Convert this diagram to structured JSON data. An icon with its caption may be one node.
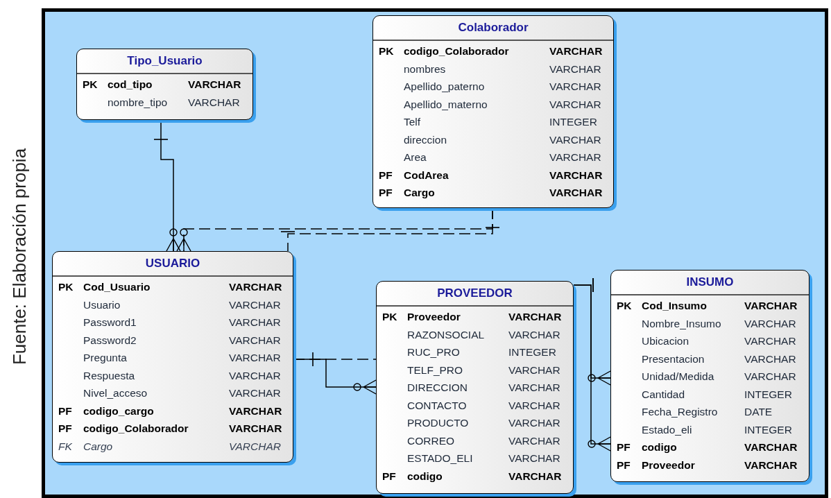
{
  "diagram": {
    "caption": "Fuente: Elaboración propia",
    "nodes": [
      {
        "text": [
          "Tipo_Usuario",
          "**PK cod_tipo VARCHAR**",
          "nombre_tipo VARCHAR"
        ]
      },
      {
        "text": [
          "Colaborador",
          "**PK codigo_Colaborador VARCHAR**",
          "nombres VARCHAR",
          "Apellido_paterno VARCHAR",
          "Apellido_materno VARCHAR",
          "Telf INTEGER",
          "direccion VARCHAR",
          "Area VARCHAR",
          "**PF CodArea VARCHAR**",
          "**PF Cargo VARCHAR**"
        ]
      },
      {
        "text": [
          "USUARIO",
          "**PK Cod_Usuario VARCHAR**",
          "Usuario VARCHAR",
          "Password1 VARCHAR",
          "Password2 VARCHAR",
          "Pregunta VARCHAR",
          "Respuesta VARCHAR",
          "Nivel_acceso VARCHAR",
          "**PF codigo_cargo VARCHAR**",
          "**PF codigo_Colaborador VARCHAR**",
          "*FK Cargo VARCHAR*"
        ]
      },
      {
        "text": [
          "PROVEEDOR",
          "**PK Proveedor VARCHAR**",
          "RAZONSOCIAL VARCHAR",
          "RUC_PRO INTEGER",
          "TELF_PRO VARCHAR",
          "DIRECCION VARCHAR",
          "CONTACTO VARCHAR",
          "PRODUCTO VARCHAR",
          "CORREO VARCHAR",
          "ESTADO_ELI VARCHAR",
          "**PF codigo VARCHAR**"
        ]
      },
      {
        "text": [
          "INSUMO",
          "**PK Cod_Insumo VARCHAR**",
          "Nombre_Insumo VARCHAR",
          "Ubicacion VARCHAR",
          "Presentacion VARCHAR",
          "Unidad/Medida VARCHAR",
          "Cantidad INTEGER",
          "Fecha_Registro DATE",
          "Estado_eli INTEGER",
          "**PF codigo VARCHAR**",
          "**PF Proveedor VARCHAR**"
        ]
      }
    ],
    "edges": [
      {
        "from": 0,
        "to": 2,
        "arrow": "other"
      },
      {
        "from": 1,
        "to": 2,
        "arrow": "other",
        "style": "dashed"
      },
      {
        "from": 1,
        "to": 2,
        "arrow": "other",
        "style": "dashed"
      },
      {
        "from": 2,
        "to": 3,
        "arrow": "other"
      },
      {
        "from": 2,
        "to": 3,
        "arrow": "none",
        "style": "dashed"
      },
      {
        "from": 3,
        "to": 4,
        "arrow": "other"
      },
      {
        "from": 3,
        "to": 4,
        "arrow": "other"
      }
    ]
  }
}
